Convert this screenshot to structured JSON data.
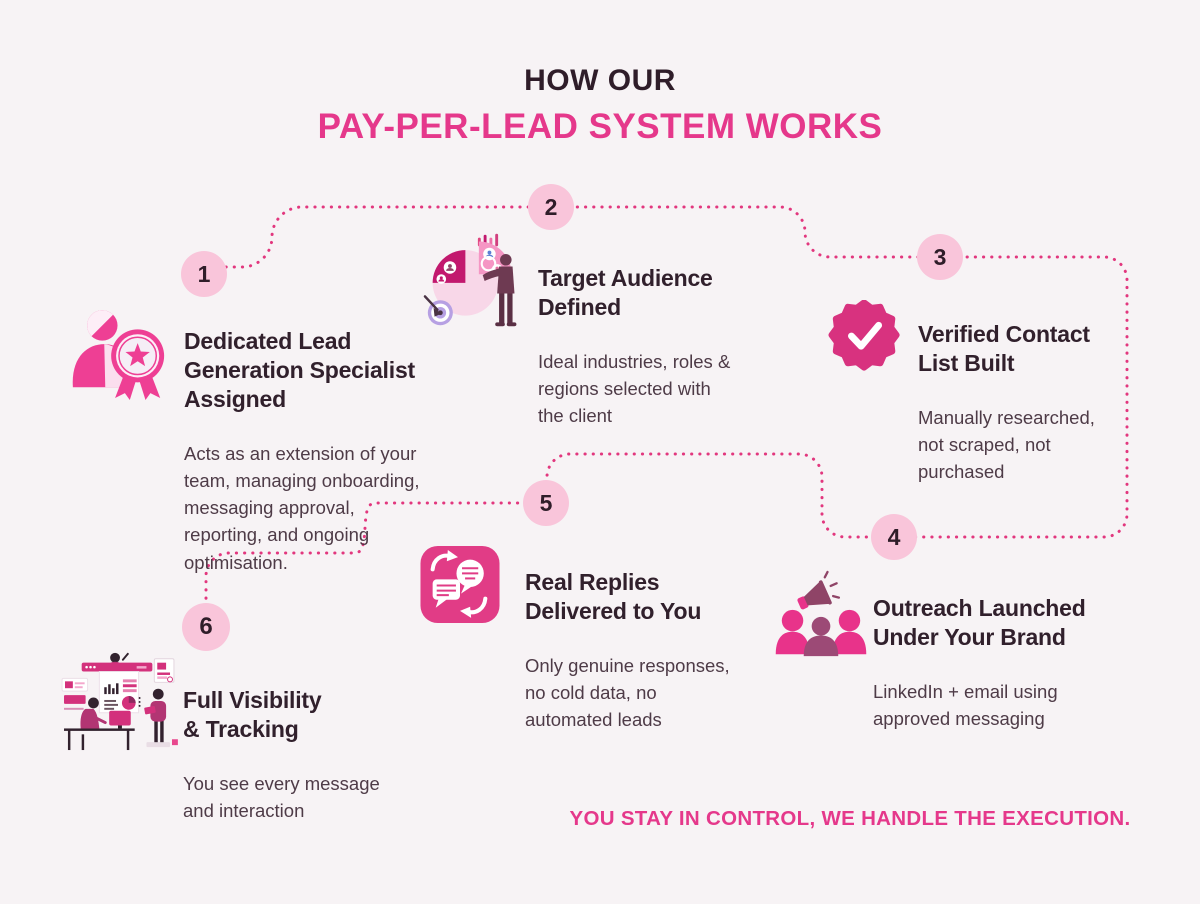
{
  "title": {
    "line1": "HOW OUR",
    "line2": "PAY-PER-LEAD SYSTEM WORKS"
  },
  "steps": [
    {
      "number": "1",
      "title": "Dedicated Lead\nGeneration Specialist\nAssigned",
      "description": "Acts as an extension of your\nteam, managing onboarding,\nmessaging approval,\nreporting, and ongoing\noptimisation.",
      "icon": "person-award-badge-icon"
    },
    {
      "number": "2",
      "title": "Target Audience\nDefined",
      "description": "Ideal industries, roles &\nregions selected with\nthe client",
      "icon": "audience-pie-chart-icon"
    },
    {
      "number": "3",
      "title": "Verified Contact\nList Built",
      "description": "Manually researched,\nnot scraped, not\npurchased",
      "icon": "verified-check-badge-icon"
    },
    {
      "number": "4",
      "title": "Outreach Launched\nUnder Your Brand",
      "description": "LinkedIn + email using\napproved messaging",
      "icon": "megaphone-people-icon"
    },
    {
      "number": "5",
      "title": "Real Replies\nDelivered to You",
      "description": "Only genuine responses,\nno cold data, no\nautomated leads",
      "icon": "chat-exchange-icon"
    },
    {
      "number": "6",
      "title": "Full Visibility\n& Tracking",
      "description": "You see every message\nand interaction",
      "icon": "analytics-dashboard-icon"
    }
  ],
  "tagline": "YOU STAY IN CONTROL, WE HANDLE THE EXECUTION.",
  "colors": {
    "background": "#f7f3f5",
    "accent_pink": "#e5388b",
    "heading_dark": "#31202c",
    "body_text": "#4e3b47",
    "number_circle_fill": "#f9c5da",
    "dotted_line": "#e2377e",
    "icon_pink": "#ee3f94",
    "icon_dark_pink": "#c2186e",
    "icon_maroon": "#8f4467",
    "icon_purple": "#b7a0e3"
  }
}
